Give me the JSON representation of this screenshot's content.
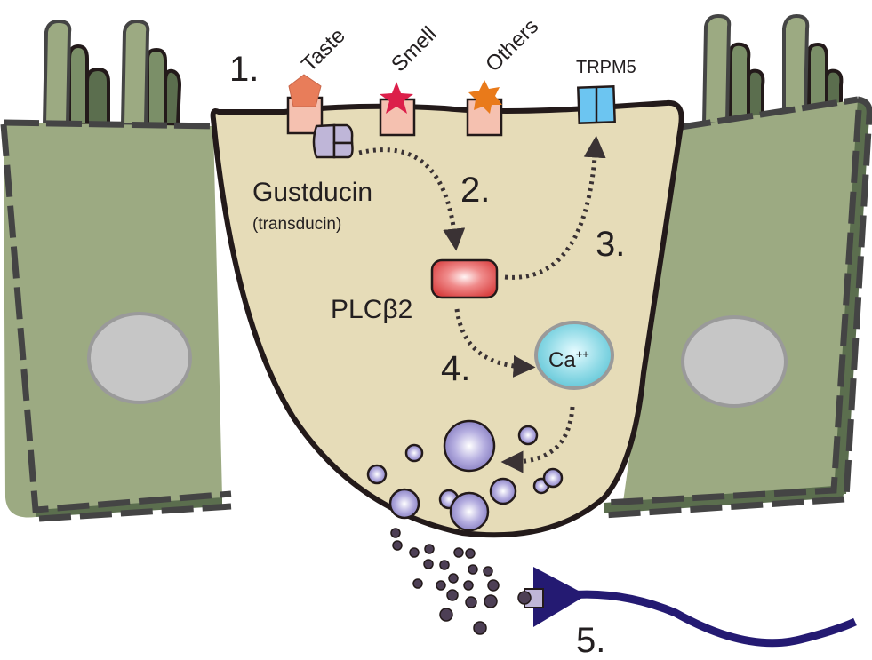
{
  "diagram": {
    "title": "Chemosensory cell signaling cascade",
    "steps": {
      "step1": "1.",
      "step2": "2.",
      "step3": "3.",
      "step4": "4.",
      "step5": "5."
    },
    "receptors": [
      {
        "label": "Taste",
        "ligand_shape": "pentagon",
        "ligand_color": "#e87d5a"
      },
      {
        "label": "Smell",
        "ligand_shape": "star",
        "ligand_color": "#dc1f4a"
      },
      {
        "label": "Others",
        "ligand_shape": "irregular-star",
        "ligand_color": "#e97a1a"
      }
    ],
    "channel": {
      "label": "TRPM5",
      "color": "#6cc5f1"
    },
    "g_protein": {
      "label": "Gustducin",
      "sublabel": "(transducin)",
      "color": "#bfb6d8"
    },
    "enzyme": {
      "label": "PLCβ2",
      "color": "#e04848"
    },
    "calcium": {
      "label": "Ca",
      "superscript": "++",
      "color": "#7fd3df"
    },
    "vesicle_color": "#9088c8",
    "nerve_color": "#241a72",
    "colors": {
      "cell_interior": "#e6dcb8",
      "neighbor_cell": "#9caa82",
      "neighbor_cell_dark": "#5b6e4e",
      "membrane": "#231a1a",
      "nucleus": "#c6c6c6",
      "receptor_body": "#f5c1b0",
      "neurotransmitter": "#4d3f55"
    }
  }
}
